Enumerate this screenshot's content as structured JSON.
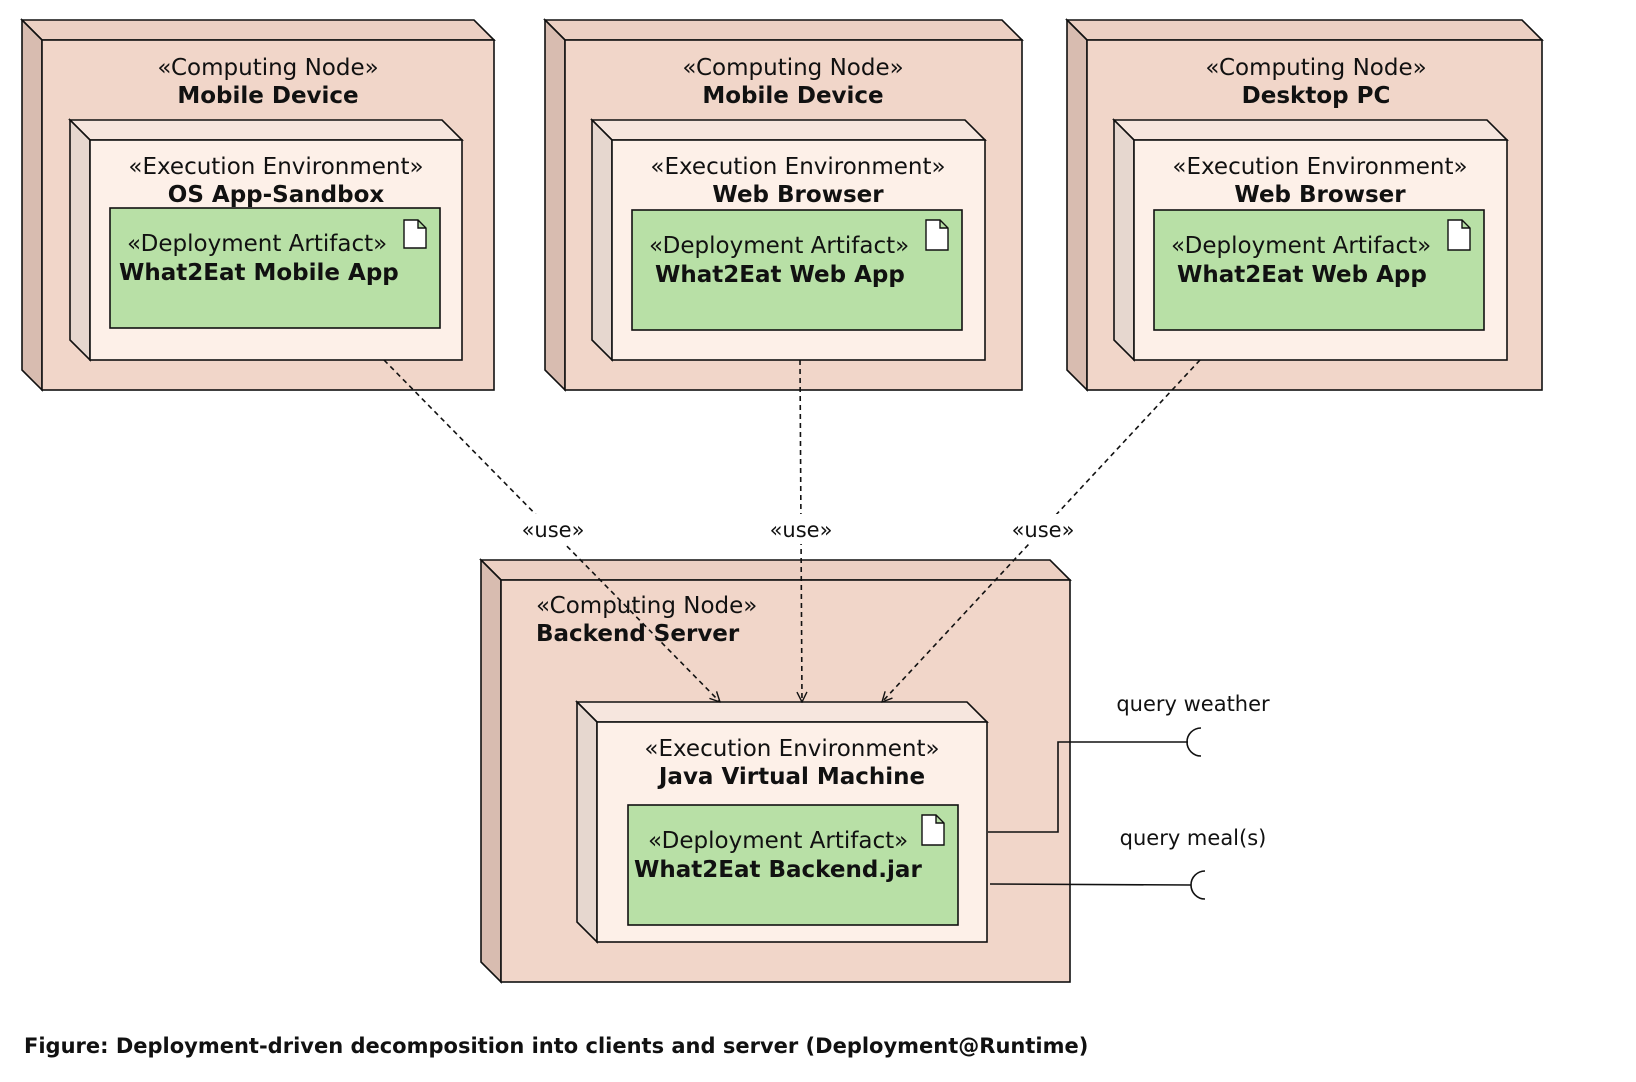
{
  "client_nodes": [
    {
      "stereotype": "«Computing Node»",
      "name": "Mobile Device",
      "environment": {
        "stereotype": "«Execution Environment»",
        "name": "OS App-Sandbox",
        "artifact": {
          "stereotype": "«Deployment Artifact»",
          "name": "What2Eat Mobile App"
        }
      }
    },
    {
      "stereotype": "«Computing Node»",
      "name": "Mobile Device",
      "environment": {
        "stereotype": "«Execution Environment»",
        "name": "Web Browser",
        "artifact": {
          "stereotype": "«Deployment Artifact»",
          "name": "What2Eat Web App"
        }
      }
    },
    {
      "stereotype": "«Computing Node»",
      "name": "Desktop PC",
      "environment": {
        "stereotype": "«Execution Environment»",
        "name": "Web Browser",
        "artifact": {
          "stereotype": "«Deployment Artifact»",
          "name": "What2Eat Web App"
        }
      }
    }
  ],
  "server_node": {
    "stereotype": "«Computing Node»",
    "name": "Backend Server",
    "environment": {
      "stereotype": "«Execution Environment»",
      "name": "Java Virtual Machine",
      "artifact": {
        "stereotype": "«Deployment Artifact»",
        "name": "What2Eat Backend.jar"
      }
    }
  },
  "dependencies": [
    {
      "label": "«use»"
    },
    {
      "label": "«use»"
    },
    {
      "label": "«use»"
    }
  ],
  "required_interfaces": [
    {
      "label": "query weather"
    },
    {
      "label": "query meal(s)"
    }
  ],
  "caption": "Figure: Deployment-driven decomposition into clients and server (Deployment@Runtime)",
  "colors": {
    "node_fill": "#f1d6c9",
    "node_side": "#d8bcb0",
    "environment_fill": "#fdf0e8",
    "environment_side": "#e6d7cf",
    "artifact_fill": "#b8e0a6",
    "stroke": "#111111"
  }
}
